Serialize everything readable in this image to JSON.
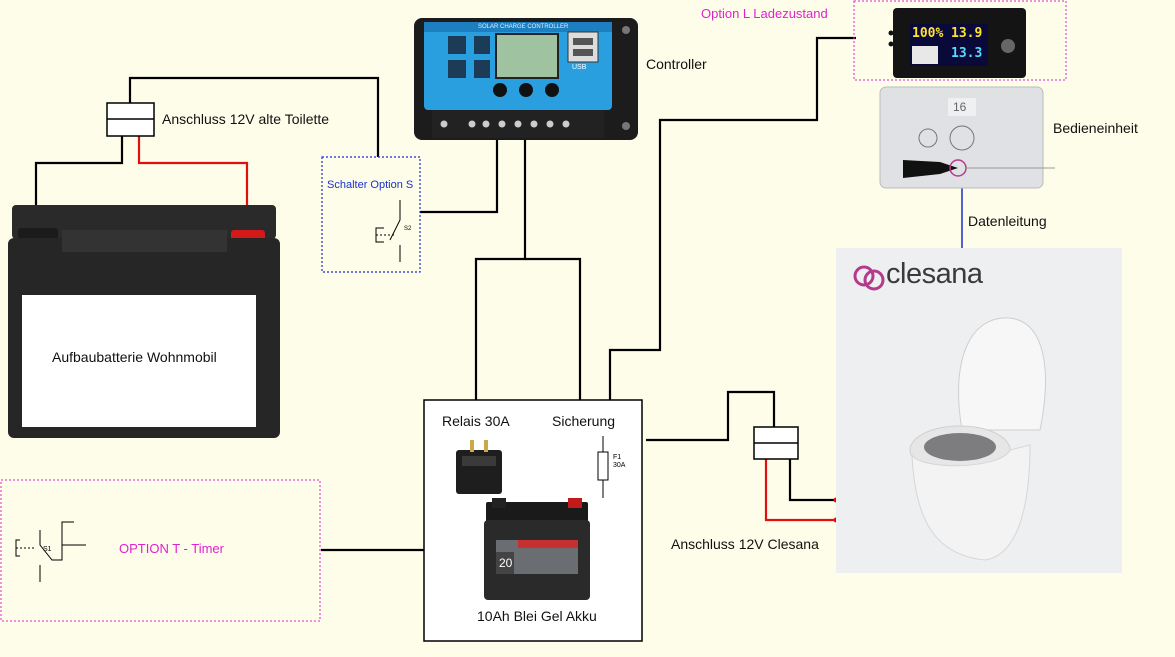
{
  "labels": {
    "connector_old_toilet": "Anschluss 12V alte Toilette",
    "controller": "Controller",
    "controller_title": "SOLAR CHARGE CONTROLLER",
    "controller_usb": "USB",
    "option_l": "Option L Ladezustand",
    "display_pct": "100%",
    "display_v1": "13.9",
    "display_v2": "13.3",
    "control_unit": "Bedieneinheit",
    "control_unit_display": "16",
    "data_line": "Datenleitung",
    "switch_option_s": "Schalter Option S",
    "switch_s2": "S2",
    "battery_house": "Aufbaubatterie Wohnmobil",
    "brand": "clesana",
    "relay": "Relais 30A",
    "fuse": "Sicherung",
    "fuse_id": "F1",
    "fuse_rating": "30A",
    "small_battery": "10Ah Blei Gel Akku",
    "small_battery_cap": "20",
    "connector_clesana": "Anschluss 12V Clesana",
    "option_t": "OPTION T - Timer",
    "switch_s1": "S1"
  },
  "colors": {
    "background": "#fdfde9",
    "wire_black": "#000000",
    "wire_red": "#e01010",
    "wire_blue": "#1a2fd0",
    "option_magenta": "#e022d0",
    "controller_blue": "#2a9fe0",
    "brand_purple": "#b43a8c"
  }
}
